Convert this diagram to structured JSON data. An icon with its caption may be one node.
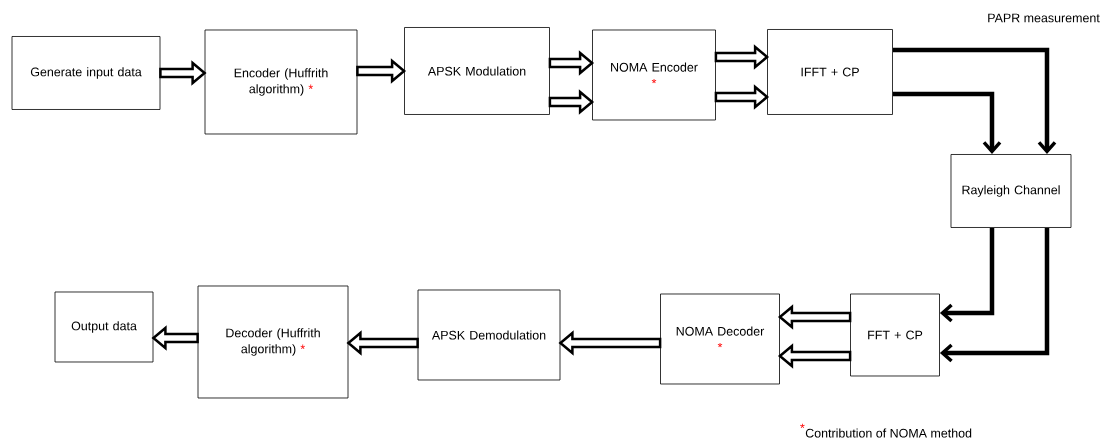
{
  "diagram": {
    "nodes": [
      {
        "text": [
          "Generate input data"
        ]
      },
      {
        "text": [
          "Encoder (Huffrith algorithm)",
          "*"
        ]
      },
      {
        "text": [
          "APSK Modulation"
        ]
      },
      {
        "text": [
          "NOMA Encoder",
          "*"
        ]
      },
      {
        "text": [
          "IFFT + CP"
        ]
      },
      {
        "text": [
          "Rayleigh Channel"
        ]
      },
      {
        "text": [
          "FFT + CP"
        ]
      },
      {
        "text": [
          "NOMA Decoder",
          "*"
        ]
      },
      {
        "text": [
          "APSK Demodulation"
        ]
      },
      {
        "text": [
          "Decoder (Huffrith algorithm)",
          "*"
        ]
      },
      {
        "text": [
          "Output data"
        ]
      }
    ],
    "edges": [
      {
        "from": 0,
        "to": 1,
        "arrow": "to",
        "style": "thick"
      },
      {
        "from": 1,
        "to": 2,
        "arrow": "to",
        "style": "thick"
      },
      {
        "from": 2,
        "to": 3,
        "arrow": "to",
        "style": "thick"
      },
      {
        "from": 2,
        "to": 3,
        "arrow": "to",
        "style": "thick"
      },
      {
        "from": 3,
        "to": 4,
        "arrow": "to",
        "style": "thick"
      },
      {
        "from": 3,
        "to": 4,
        "arrow": "to",
        "style": "thick"
      },
      {
        "from": 4,
        "to": 5,
        "arrow": "to"
      },
      {
        "from": 4,
        "to": 5,
        "arrow": "to"
      },
      {
        "from": 5,
        "to": 6,
        "arrow": "to"
      },
      {
        "from": 5,
        "to": 6,
        "arrow": "to"
      },
      {
        "from": 6,
        "to": 7,
        "arrow": "to",
        "style": "thick"
      },
      {
        "from": 6,
        "to": 7,
        "arrow": "to",
        "style": "thick"
      },
      {
        "from": 7,
        "to": 8,
        "arrow": "to",
        "style": "thick"
      },
      {
        "from": 8,
        "to": 9,
        "arrow": "to",
        "style": "thick"
      },
      {
        "from": 9,
        "to": 10,
        "arrow": "to",
        "style": "thick"
      }
    ],
    "labels": [
      "PAPR measurement",
      "*",
      "Contribution of NOMA method"
    ]
  }
}
